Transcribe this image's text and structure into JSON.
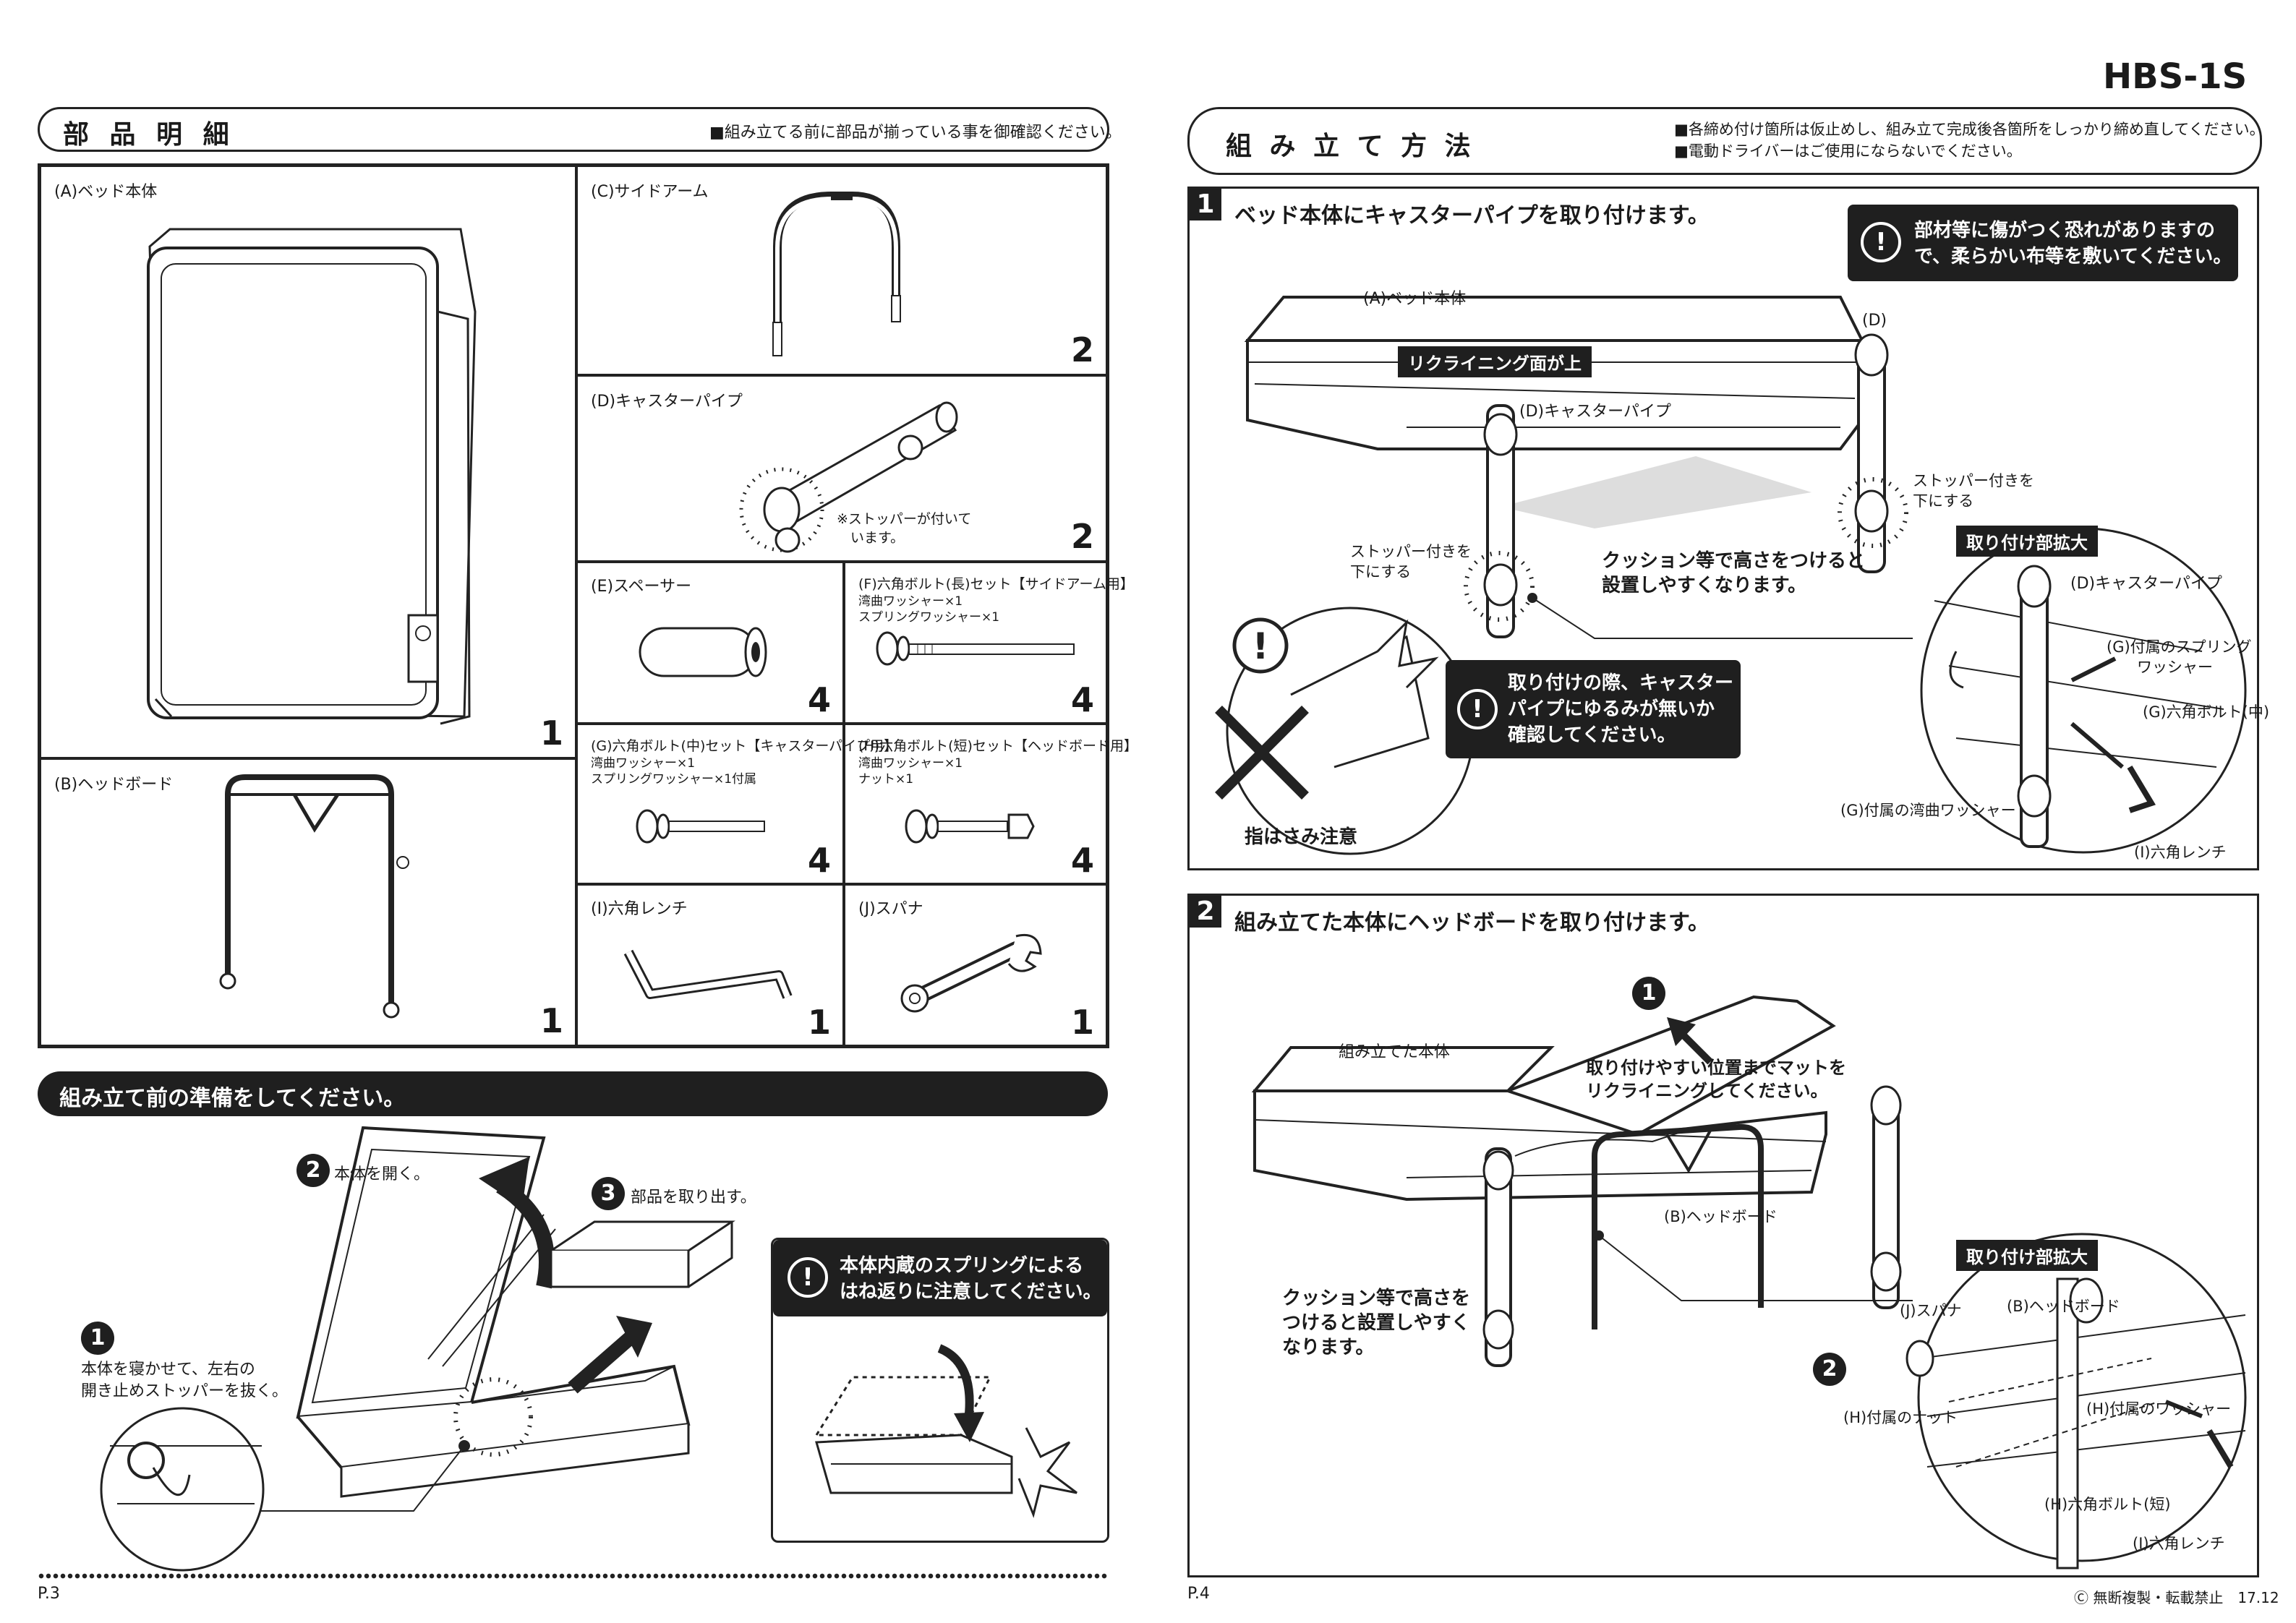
{
  "model": "HBS-1S",
  "left": {
    "parts_title": "部 品 明 細",
    "parts_note": "■組み立てる前に部品が揃っている事を御確認ください。",
    "parts": [
      {
        "label": "(A)ベッド本体",
        "count": "1"
      },
      {
        "label": "(B)ヘッドボード",
        "count": "1"
      },
      {
        "label": "(C)サイドアーム",
        "count": "2"
      },
      {
        "label": "(D)キャスターパイプ",
        "count": "2",
        "note": "※ストッパーが付いて\n　います。"
      },
      {
        "label": "(E)スペーサー",
        "count": "4"
      },
      {
        "label": "(F)六角ボルト(長)セット【サイドアーム用】",
        "count": "4",
        "sub": "湾曲ワッシャー×1\nスプリングワッシャー×1"
      },
      {
        "label": "(G)六角ボルト(中)セット【キャスターパイプ用】",
        "count": "4",
        "sub": "湾曲ワッシャー×1\nスプリングワッシャー×1付属"
      },
      {
        "label": "(H)六角ボルト(短)セット【ヘッドボード用】",
        "count": "4",
        "sub": "湾曲ワッシャー×1\nナット×1"
      },
      {
        "label": "(I)六角レンチ",
        "count": "1"
      },
      {
        "label": "(J)スパナ",
        "count": "1"
      }
    ],
    "prep_title": "組み立て前の準備をしてください。",
    "prep_step1_text": "本体を寝かせて、左右の\n開き止めストッパーを抜く。",
    "prep_step2_text": "本体を開く。",
    "prep_step3_text": "部品を取り出す。",
    "prep_warning": "本体内蔵のスプリングによる\nはね返りに注意してください。",
    "page": "P.3"
  },
  "right": {
    "method_title": "組 み 立 て 方 法",
    "method_notes": [
      "■各締め付け箇所は仮止めし、組み立て完成後各箇所をしっかり締め直してください。",
      "■電動ドライバーはご使用にならないでください。"
    ],
    "step1": {
      "num": "1",
      "title": "ベッド本体にキャスターパイプを取り付けます。",
      "warn_top": "部材等に傷がつく恐れがありますの\nで、柔らかい布等を敷いてください。",
      "label_a": "(A)ベッド本体",
      "label_d": "(D)",
      "label_recline": "リクライニング面が上",
      "label_caster": "(D)キャスターパイプ",
      "stopper_right": "ストッパー付きを\n下にする",
      "stopper_left": "ストッパー付きを\n下にする",
      "cushion": "クッション等で高さをつけると\n設置しやすくなります。",
      "warn_mid": "取り付けの際、キャスター\nパイプにゆるみが無いか\n確認してください。",
      "pinch": "指はさみ注意",
      "zoom_tag": "取り付け部拡大",
      "zoom_caster": "(D)キャスターパイプ",
      "zoom_spring": "(G)付属のスプリング\n　　ワッシャー",
      "zoom_bolt": "(G)六角ボルト(中)",
      "zoom_curved": "(G)付属の湾曲ワッシャー",
      "zoom_wrench": "(I)六角レンチ"
    },
    "step2": {
      "num": "2",
      "title": "組み立てた本体にヘッドボードを取り付けます。",
      "label_body": "組み立てた本体",
      "recline_text": "取り付けやすい位置までマットを\nリクライニングしてください。",
      "label_head": "(B)ヘッドボード",
      "cushion": "クッション等で高さを\nつけると設置しやすく\nなります。",
      "zoom_tag": "取り付け部拡大",
      "zoom_spanner": "(J)スパナ",
      "zoom_head": "(B)ヘッドボード",
      "zoom_nut": "(H)付属のナット",
      "zoom_washer": "(H)付属のワッシャー",
      "zoom_bolt": "(H)六角ボルト(短)",
      "zoom_wrench": "(I)六角レンチ"
    },
    "page": "P.4",
    "copyright": "Ⓒ 無断複製・転載禁止　17.12"
  }
}
